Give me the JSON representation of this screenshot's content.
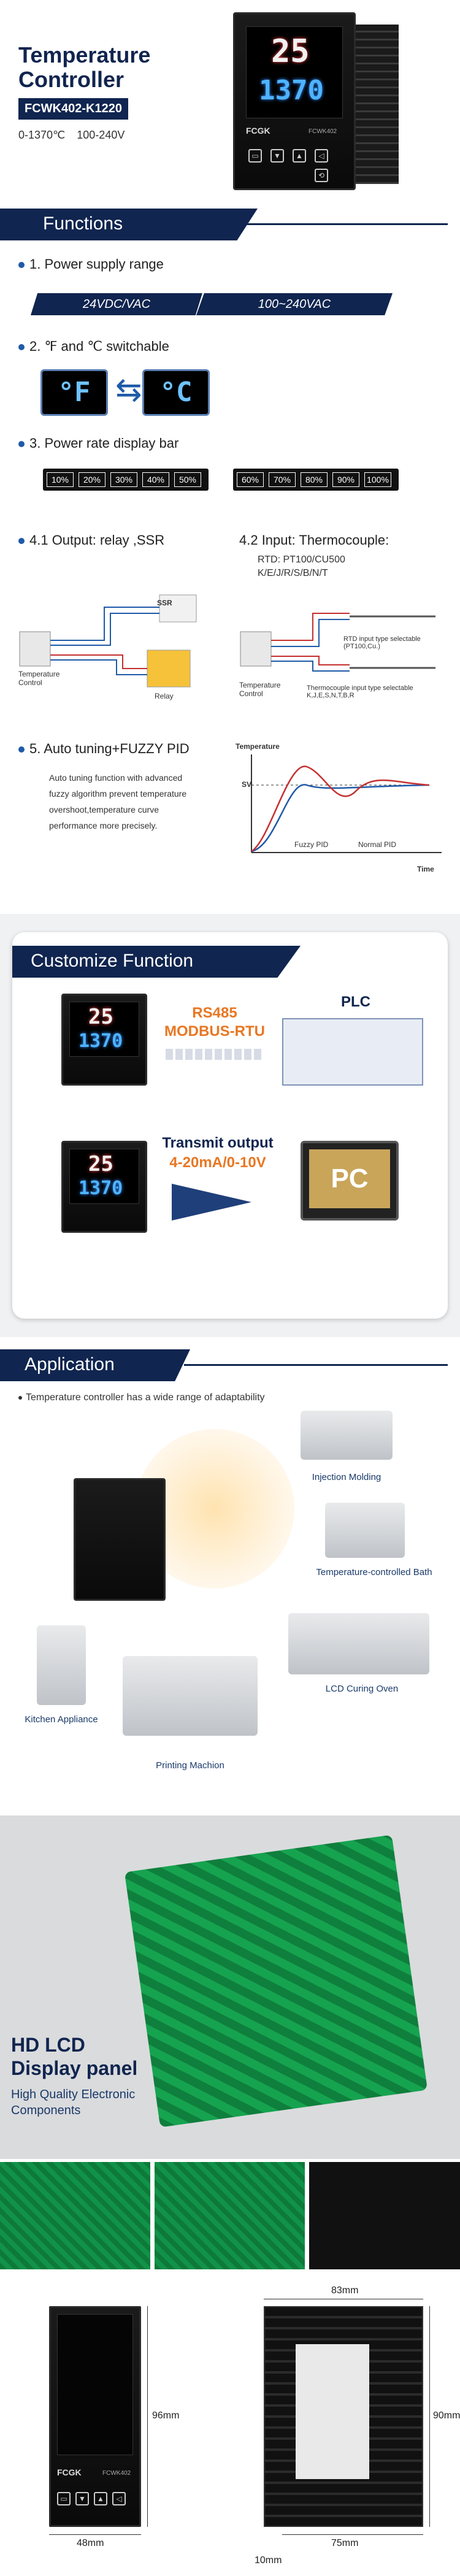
{
  "header": {
    "title_line1": "Temperature",
    "title_line2": "Controller",
    "model": "FCWK402-K1220",
    "range": "0-1370℃",
    "voltage": "100-240V",
    "display_pv": "25",
    "display_sv": "1370",
    "brand": "FCGK",
    "device_model": "FCWK402"
  },
  "functions": {
    "section_title": "Functions",
    "item1": "1. Power supply range",
    "item1_opt1": "24VDC/VAC",
    "item1_opt2": "100~240VAC",
    "item2": "2. ℉ and ℃ switchable",
    "item2_f": "°F",
    "item2_c": "°C",
    "item3": "3. Power rate display bar",
    "rate_left": [
      "10%",
      "20%",
      "30%",
      "40%",
      "50%"
    ],
    "rate_right": [
      "60%",
      "70%",
      "80%",
      "90%",
      "100%"
    ],
    "item41": "4.1 Output: relay ,SSR",
    "item42": "4.2 Input: Thermocouple:",
    "item42_rtd": "RTD: PT100/CU500",
    "item42_types": "K/E/J/R/S/B/N/T",
    "ssr_label": "SSR",
    "tc_label": "Temperature Control",
    "relay_label": "Relay",
    "tc_label2": "Temperature Control",
    "rtd_selectable": "RTD input type selectable (PT100,Cu.)",
    "thermo_selectable": "Thermocouple input type selectable K,J,E,S,N,T,B,R",
    "item5": "5. Auto tuning+FUZZY PID",
    "item5_desc1": "Auto tuning function with advanced",
    "item5_desc2": "fuzzy algorithm prevent temperature",
    "item5_desc3": "overshoot,temperature curve",
    "item5_desc4": "performance more precisely.",
    "chart_temp": "Temperature",
    "chart_sv": "SV",
    "chart_fuzzy": "Fuzzy PID",
    "chart_normal": "Normal PID",
    "chart_time": "Time"
  },
  "customize": {
    "section_title": "Customize Function",
    "rs485": "RS485",
    "modbus": "MODBUS-RTU",
    "plc": "PLC",
    "transmit": "Transmit output",
    "transmit_range": "4-20mA/0-10V",
    "pc": "PC"
  },
  "application": {
    "section_title": "Application",
    "intro": "Temperature controller has a wide range of adaptability",
    "injection": "Injection Molding",
    "bath": "Temperature-controlled Bath",
    "kitchen": "Kitchen Appliance",
    "oven": "LCD Curing Oven",
    "printing": "Printing Machion"
  },
  "pcb": {
    "title1": "HD LCD",
    "title2": "Display panel",
    "sub1": "High Quality Electronic",
    "sub2": "Components"
  },
  "dimensions": {
    "front_height": "96mm",
    "front_width": "48mm",
    "side_width": "83mm",
    "side_height": "90mm",
    "side_depth": "75mm",
    "panel": "10mm",
    "brand": "FCGK",
    "device_model": "FCWK402"
  }
}
